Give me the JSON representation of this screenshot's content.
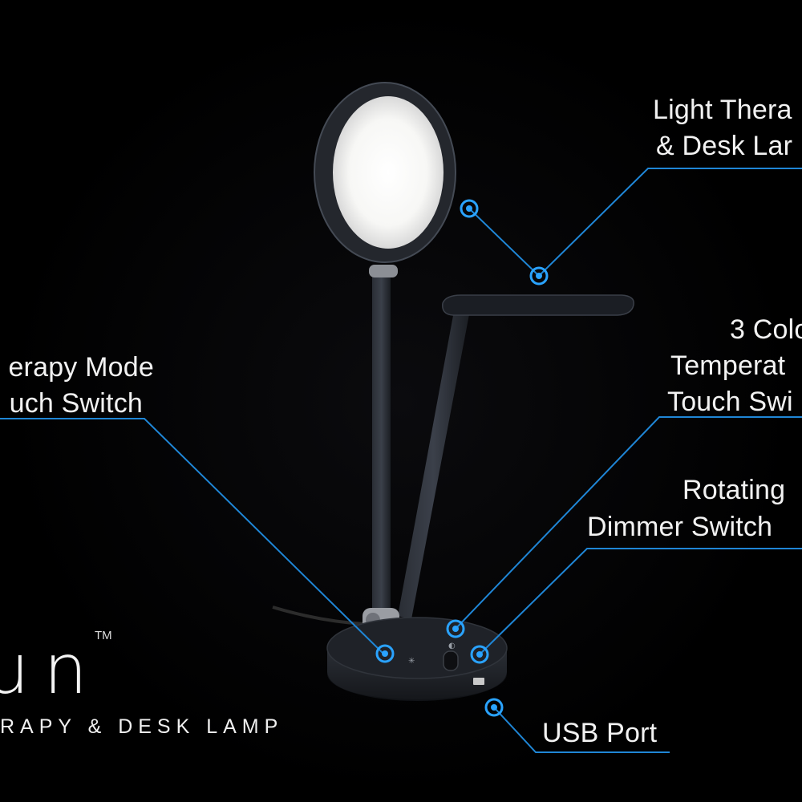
{
  "callouts": {
    "light_therapy": {
      "line1": "Light Thera",
      "line2": "& Desk Lar"
    },
    "therapy_mode": {
      "line1": "erapy Mode",
      "line2": "uch Switch"
    },
    "color_temp": {
      "line1": "3 Colo",
      "line2": "Temperat",
      "line3": "Touch Swi"
    },
    "dimmer": {
      "line1": "Rotating",
      "line2": "Dimmer Switch"
    },
    "usb": {
      "line1": "USB Port"
    }
  },
  "brand": {
    "word": "un",
    "trademark": "TM",
    "tagline": "RAPY & DESK LAMP"
  },
  "colors": {
    "background": "#000000",
    "accent": "#2aa3ff",
    "leader": "#1f86d6",
    "lamp_body": "#1e2127",
    "light_panel": "#ffffff"
  }
}
